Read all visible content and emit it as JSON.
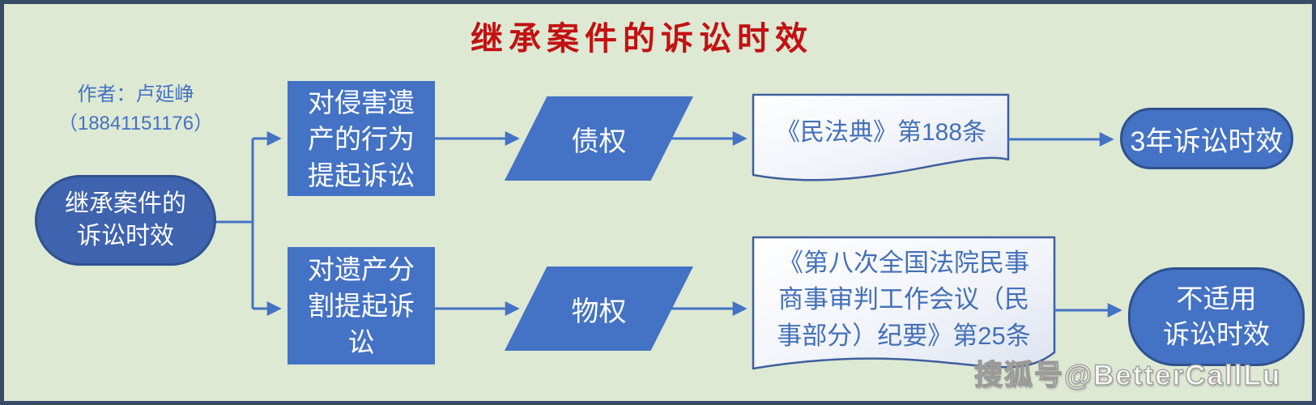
{
  "header": {
    "title": "继承案件的诉讼时效"
  },
  "author": {
    "line1": "作者：卢延峥",
    "line2": "（18841151176）"
  },
  "flow": {
    "root": "继承案件的\n诉讼时效",
    "branch_top": {
      "action": "对侵害遗\n产的行为\n提起诉讼",
      "right_type": "债权",
      "legal_basis": "《民法典》第188条",
      "result": "3年诉讼时效"
    },
    "branch_bottom": {
      "action": "对遗产分\n割提起诉\n讼",
      "right_type": "物权",
      "legal_basis": "《第八次全国法院民事\n商事审判工作会议（民\n事部分）纪要》第25条",
      "result": "不适用\n诉讼时效"
    }
  },
  "watermark": "搜狐号@BetterCallLu",
  "colors": {
    "background": "#dee9d4",
    "frame": "#374b68",
    "shape_fill": "#4472c4",
    "shape_border": "#2f528f",
    "title_red": "#c31112",
    "doc_text_blue": "#4470b8",
    "author_blue": "#4472c4"
  }
}
